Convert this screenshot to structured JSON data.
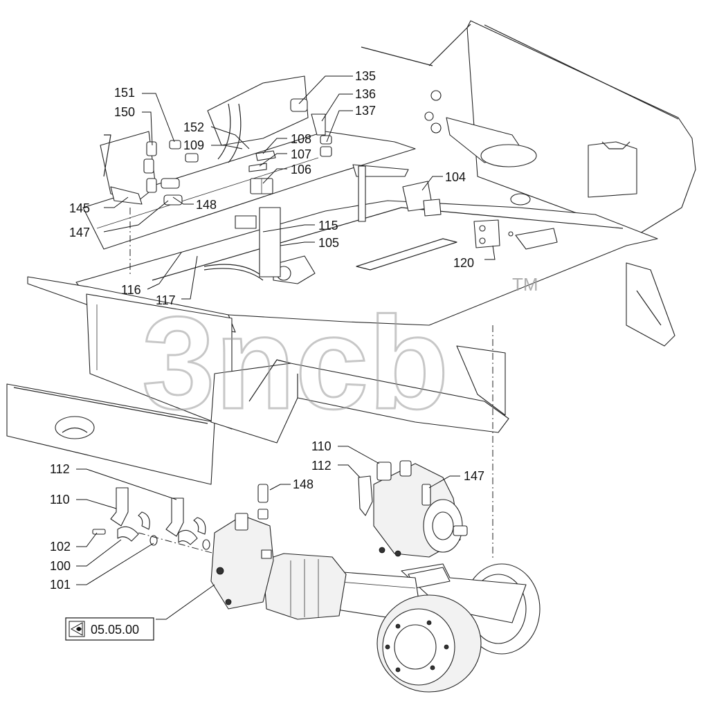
{
  "callouts": [
    {
      "id": "c135",
      "label": "135"
    },
    {
      "id": "c136",
      "label": "136"
    },
    {
      "id": "c137",
      "label": "137"
    },
    {
      "id": "c151",
      "label": "151"
    },
    {
      "id": "c150",
      "label": "150"
    },
    {
      "id": "c152",
      "label": "152"
    },
    {
      "id": "c109",
      "label": "109"
    },
    {
      "id": "c108",
      "label": "108"
    },
    {
      "id": "c107",
      "label": "107"
    },
    {
      "id": "c106",
      "label": "106"
    },
    {
      "id": "c104",
      "label": "104"
    },
    {
      "id": "c145",
      "label": "145"
    },
    {
      "id": "c148a",
      "label": "148"
    },
    {
      "id": "c147a",
      "label": "147"
    },
    {
      "id": "c115",
      "label": "115"
    },
    {
      "id": "c105",
      "label": "105"
    },
    {
      "id": "c120",
      "label": "120"
    },
    {
      "id": "c116",
      "label": "116"
    },
    {
      "id": "c117",
      "label": "117"
    },
    {
      "id": "c110a",
      "label": "110"
    },
    {
      "id": "c112a",
      "label": "112"
    },
    {
      "id": "c147b",
      "label": "147"
    },
    {
      "id": "c112b",
      "label": "112"
    },
    {
      "id": "c148b",
      "label": "148"
    },
    {
      "id": "c110b",
      "label": "110"
    },
    {
      "id": "c102",
      "label": "102"
    },
    {
      "id": "c100",
      "label": "100"
    },
    {
      "id": "c101",
      "label": "101"
    }
  ],
  "reference": {
    "label": "05.05.00",
    "icon": "eye-arrow-icon"
  },
  "watermark": {
    "text": "3ncb",
    "trademark": "TM",
    "color": "#9a9a9a"
  }
}
